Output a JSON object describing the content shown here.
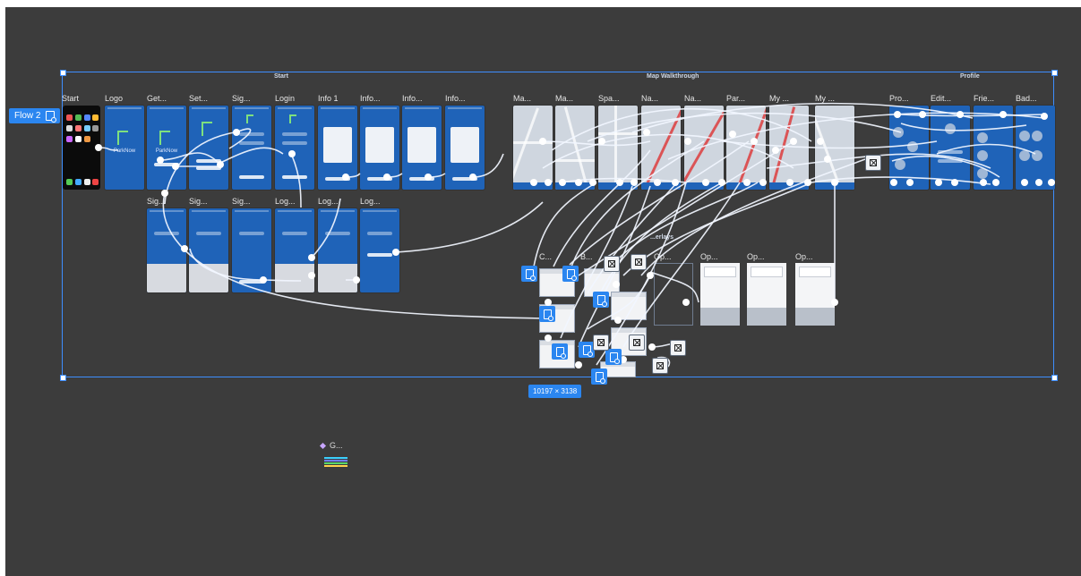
{
  "canvas": {
    "background": "#3c3c3c",
    "selection_color": "#3d8eff",
    "accent": "#2b86f0",
    "screen_blue": "#1f63b8",
    "brand_green": "#7ee07e"
  },
  "flow_badge": {
    "label": "Flow 2",
    "icon": "flow-start-icon"
  },
  "size_badge": "10197 × 3138",
  "groups": [
    {
      "id": "start",
      "label": "Start"
    },
    {
      "id": "map",
      "label": "Map Walkthrough"
    },
    {
      "id": "profile",
      "label": "Profile"
    },
    {
      "id": "overlays",
      "label": "...erlays"
    }
  ],
  "frames": {
    "start": "Start",
    "logo": "Logo",
    "get": "Get...",
    "set": "Set...",
    "sig1": "Sig...",
    "login": "Login",
    "info1": "Info 1",
    "info2": "Info...",
    "info3": "Info...",
    "info4": "Info...",
    "ma1": "Ma...",
    "ma2": "Ma...",
    "spa": "Spa...",
    "na1": "Na...",
    "na2": "Na...",
    "par": "Par...",
    "my1": "My ...",
    "my2": "My ...",
    "pro": "Pro...",
    "edit": "Edit...",
    "frie": "Frie...",
    "bad": "Bad...",
    "sig2": "Sig...",
    "sig3": "Sig...",
    "sig4": "Sig...",
    "log1": "Log...",
    "log2": "Log...",
    "log3": "Log...",
    "c": "C...",
    "b": "B...",
    "op1": "Op...",
    "op2": "Op...",
    "op3": "Op...",
    "op4": "Op..."
  },
  "screen_text": {
    "brand": "ParkNow"
  },
  "component": {
    "label": "G...",
    "icon": "component-icon"
  }
}
